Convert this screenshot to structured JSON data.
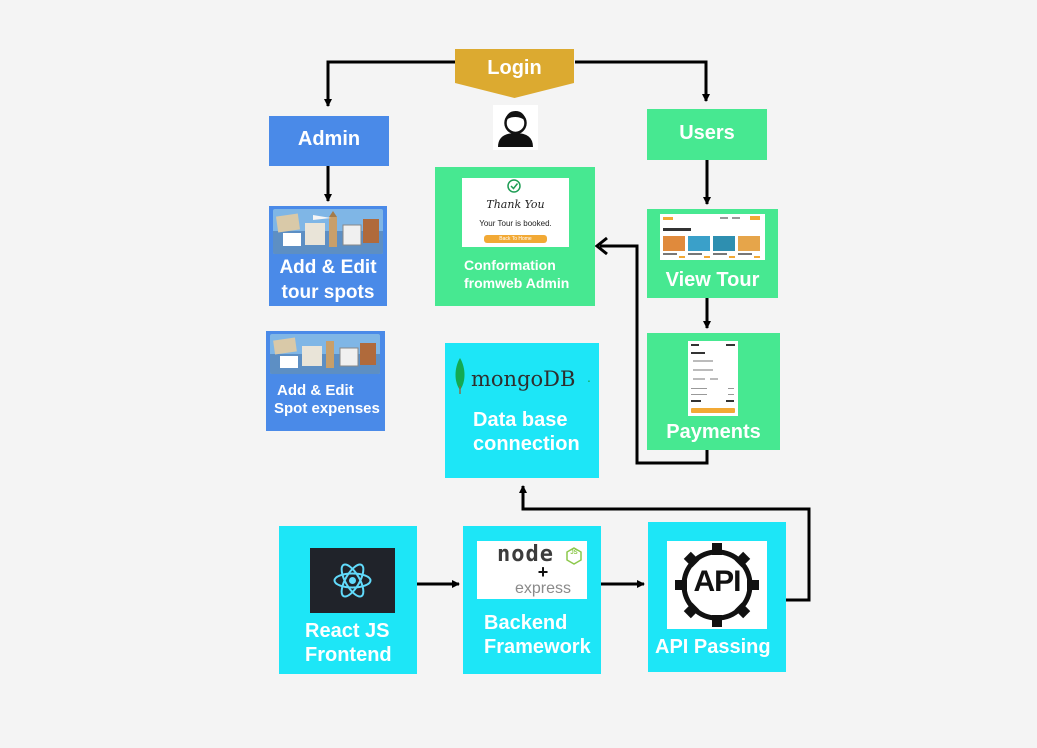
{
  "diagram": {
    "login": {
      "label": "Login"
    },
    "admin": {
      "label": "Admin"
    },
    "users": {
      "label": "Users"
    },
    "add_edit_spots": {
      "label_line1": "Add & Edit",
      "label_line2": "tour spots"
    },
    "add_edit_expenses": {
      "label_line1": "Add & Edit",
      "label_line2": "Spot expenses"
    },
    "confirmation": {
      "label_line1": "Conformation",
      "label_line2": "fromweb Admin",
      "card_script": "Thank You",
      "card_message": "Your Tour is booked.",
      "card_button": "Back To Home"
    },
    "view_tour": {
      "label": "View Tour"
    },
    "payments": {
      "label": "Payments"
    },
    "database": {
      "logo_text": "mongoDB",
      "logo_mark": ".",
      "label_line1": "Data base",
      "label_line2": "connection"
    },
    "react": {
      "label_line1": "React JS",
      "label_line2": "Frontend"
    },
    "backend": {
      "logo_node": "node",
      "logo_js": "JS",
      "logo_plus": "+",
      "logo_express": "express",
      "label_line1": "Backend",
      "label_line2": "Framework"
    },
    "api": {
      "logo_text": "API",
      "label": "API Passing"
    }
  },
  "colors": {
    "login": "#dcaa30",
    "admin": "#4a8ae8",
    "users": "#47e891",
    "services": "#1de6f7",
    "arrow": "#000000"
  }
}
